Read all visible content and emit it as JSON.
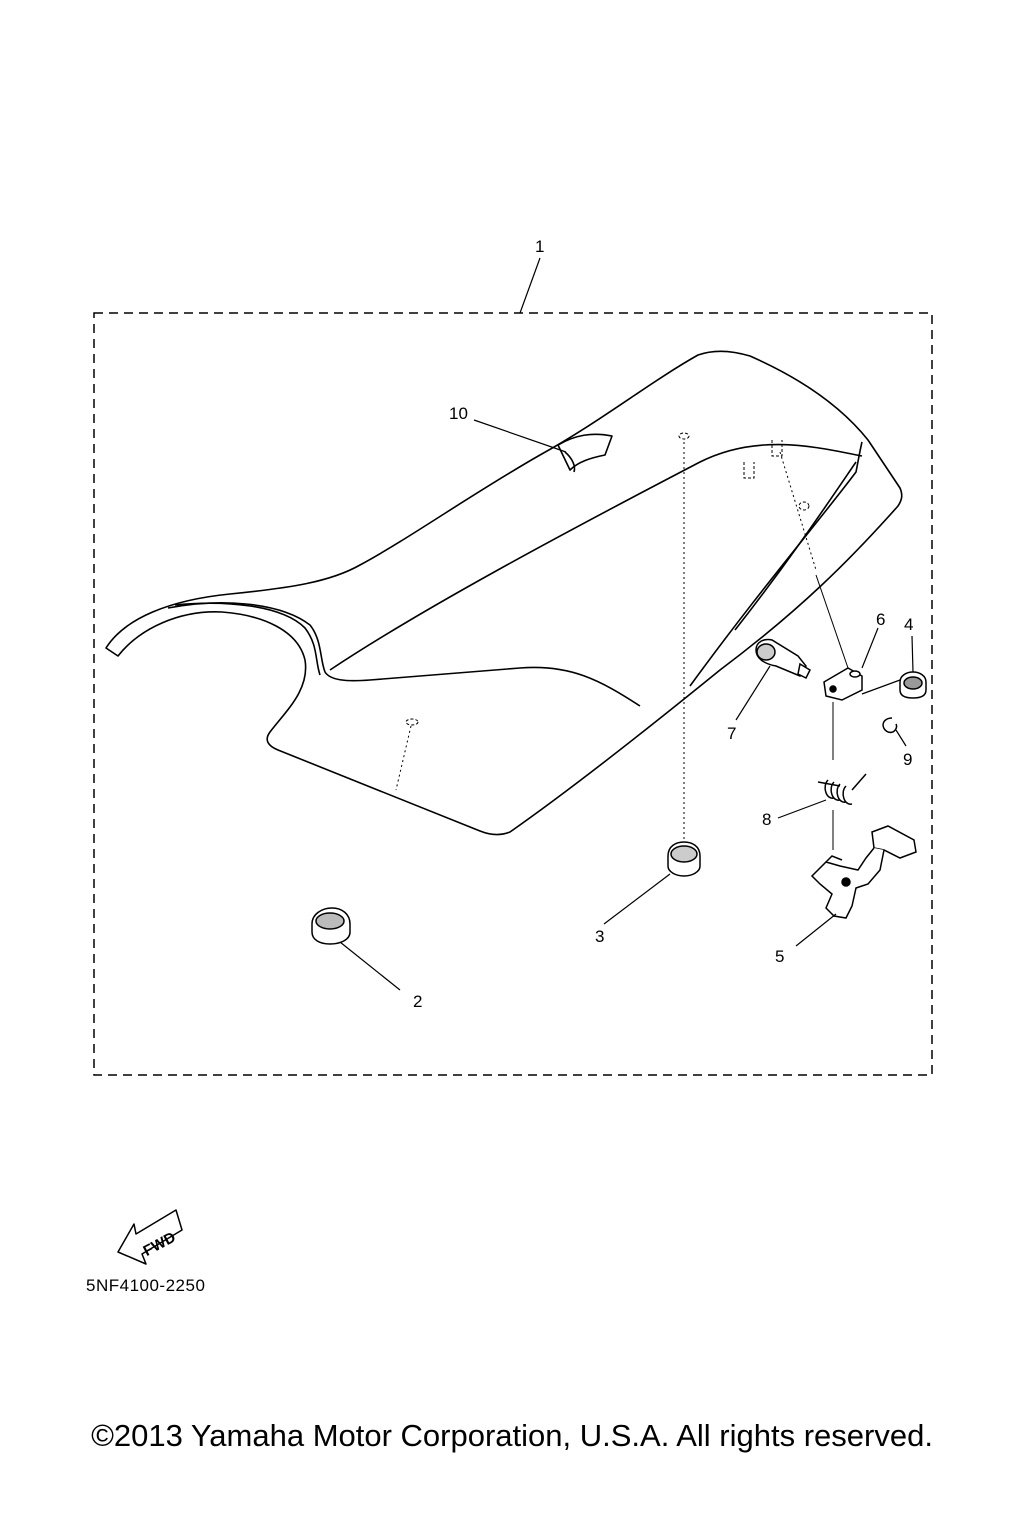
{
  "callouts": {
    "c1": "1",
    "c2": "2",
    "c3": "3",
    "c4": "4",
    "c5": "5",
    "c6": "6",
    "c7": "7",
    "c8": "8",
    "c9": "9",
    "c10": "10"
  },
  "fwd_label": "FWD",
  "diagram_code": "5NF4100-2250",
  "copyright": "©2013 Yamaha Motor Corporation, U.S.A. All rights reserved."
}
